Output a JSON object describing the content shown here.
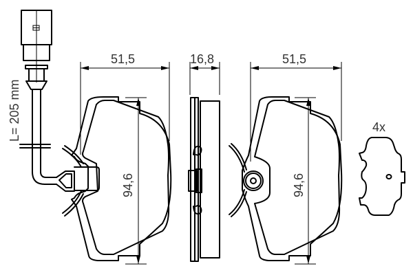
{
  "diagram": {
    "subject": "brake-pad-set-technical-drawing",
    "colors": {
      "line": "#000000",
      "text": "#333333",
      "background": "#ffffff"
    },
    "wire": {
      "length_label": "L= 205 mm"
    },
    "pad_left": {
      "width_label": "51,5",
      "height_label": "94,6"
    },
    "side_view": {
      "thickness_label": "16,8"
    },
    "pad_right": {
      "width_label": "51,5",
      "height_label": "94,6"
    },
    "shim": {
      "quantity_label": "4x"
    }
  }
}
